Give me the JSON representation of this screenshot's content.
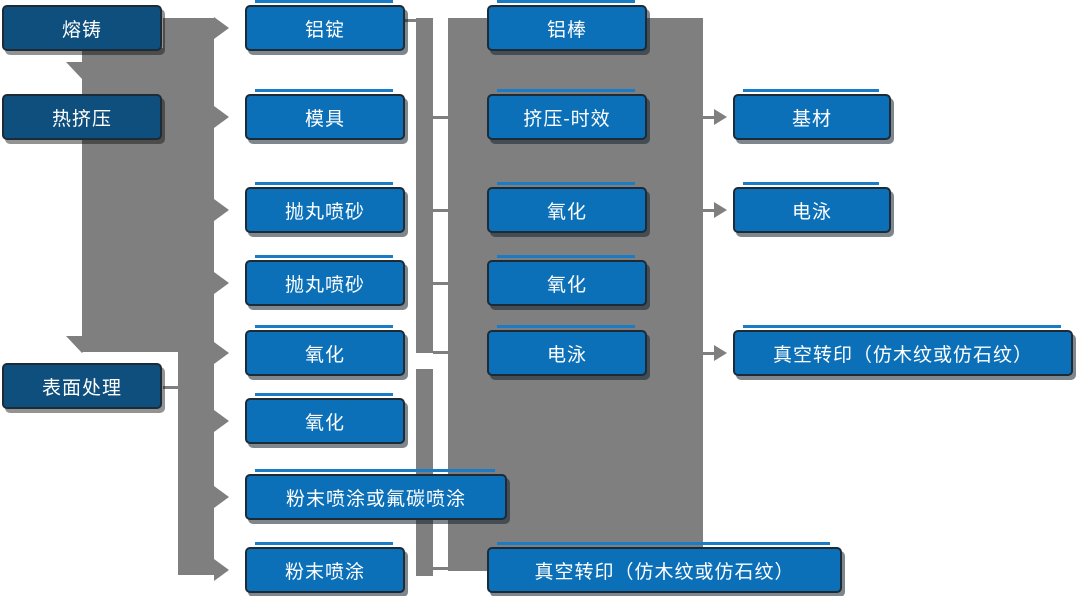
{
  "diagram": {
    "type": "process-flowchart",
    "background": "#ffffff",
    "colors": {
      "box_primary": "#0b70b8",
      "box_dark": "#0f4f7e",
      "box_border": "#1d2b36",
      "box_highlight": "#1a7cc4",
      "connector_gray": "#7f7f7f",
      "text": "#ffffff"
    },
    "nodes": [
      {
        "id": "melt-casting",
        "label": "熔铸",
        "variant": "dark"
      },
      {
        "id": "hot-extrusion",
        "label": "热挤压",
        "variant": "dark"
      },
      {
        "id": "surface-treatment",
        "label": "表面处理",
        "variant": "dark"
      },
      {
        "id": "aluminum-ingot",
        "label": "铝锭",
        "variant": "light"
      },
      {
        "id": "mold",
        "label": "模具",
        "variant": "light"
      },
      {
        "id": "shot-blasting-1",
        "label": "抛丸喷砂",
        "variant": "light"
      },
      {
        "id": "shot-blasting-2",
        "label": "抛丸喷砂",
        "variant": "light"
      },
      {
        "id": "oxidation-c2r5",
        "label": "氧化",
        "variant": "light"
      },
      {
        "id": "oxidation-c2r6",
        "label": "氧化",
        "variant": "light"
      },
      {
        "id": "powder-or-fluorocarbon",
        "label": "粉末喷涂或氟碳喷涂",
        "variant": "light"
      },
      {
        "id": "powder-coating",
        "label": "粉末喷涂",
        "variant": "light"
      },
      {
        "id": "aluminum-rod",
        "label": "铝棒",
        "variant": "light"
      },
      {
        "id": "extrusion-aging",
        "label": "挤压-时效",
        "variant": "light"
      },
      {
        "id": "oxidation-c3r3",
        "label": "氧化",
        "variant": "light"
      },
      {
        "id": "oxidation-c3r4",
        "label": "氧化",
        "variant": "light"
      },
      {
        "id": "electrophoresis-c3",
        "label": "电泳",
        "variant": "light"
      },
      {
        "id": "vacuum-transfer-bottom",
        "label": "真空转印（仿木纹或仿石纹）",
        "variant": "light"
      },
      {
        "id": "base-material",
        "label": "基材",
        "variant": "light"
      },
      {
        "id": "electrophoresis-c4",
        "label": "电泳",
        "variant": "light"
      },
      {
        "id": "vacuum-transfer-right",
        "label": "真空转印（仿木纹或仿石纹）",
        "variant": "light"
      }
    ],
    "arrows": {
      "down_flow": [
        "熔铸 → 热挤压",
        "热挤压 → 表面处理"
      ],
      "left_panel_targets": [
        "铝锭",
        "模具",
        "抛丸喷砂",
        "抛丸喷砂",
        "氧化",
        "氧化",
        "粉末喷涂或氟碳喷涂",
        "粉末喷涂"
      ],
      "right_panel_targets": [
        "基材",
        "电泳",
        "真空转印（仿木纹或仿石纹）"
      ]
    }
  }
}
